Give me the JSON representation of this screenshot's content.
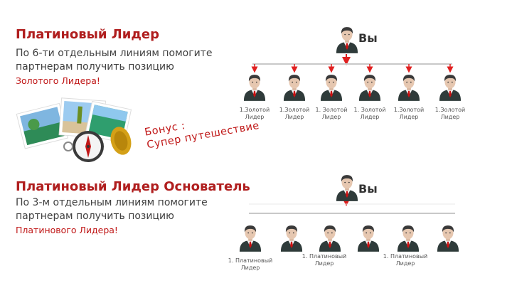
{
  "sections": [
    {
      "title": "Платиновый Лидер",
      "desc_line1": "По 6-ти отдельным линиям помогите",
      "desc_line2": "партнерам получить  позицию",
      "desc_highlight": "Золотого Лидера!",
      "you_label": "Вы",
      "member_labels": [
        "1.Золотой\nЛидер",
        "1.Золотой\nЛидер",
        "1. Золотой\nЛидер",
        "1. Золотой\nЛидер",
        "1.Золотой\nЛидер",
        "1.Золотой\nЛидер"
      ]
    },
    {
      "title": "Платиновый Лидер Основатель",
      "desc_line1": "По 3-м отдельным линиям помогите",
      "desc_line2": "партнерам получить  позицию",
      "desc_highlight": "Платинового Лидера!",
      "you_label": "Вы",
      "member_labels": [
        "1. Платиновый\nЛидер",
        "1. Платиновый\nЛидер",
        "1. Платиновый\nЛидер"
      ]
    }
  ],
  "bonus_text": "Бонус :\nСупер путешествие",
  "colors": {
    "title": "#b01e1e",
    "accent": "#e02020",
    "tie": "#cc1111",
    "suit": "#2e3a3a"
  },
  "icons": {
    "person": "businessman-icon",
    "travel": "travel-photos-compass-icon"
  }
}
